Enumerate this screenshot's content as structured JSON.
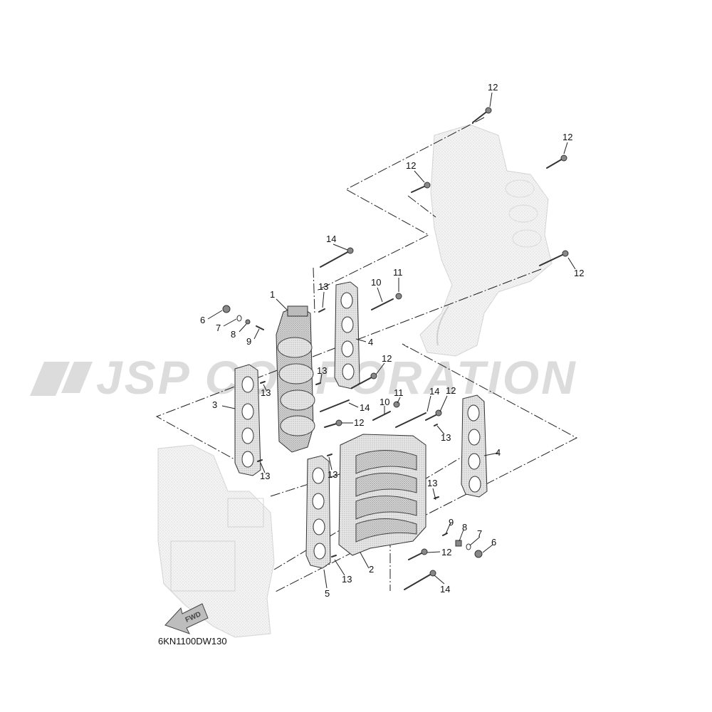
{
  "watermark": "JSP CORPORATION",
  "diagram_code": "6KN1100DW130",
  "fwd_label": "FWD",
  "callouts": [
    {
      "id": "c-12-a",
      "label": "12"
    },
    {
      "id": "c-12-b",
      "label": "12"
    },
    {
      "id": "c-12-c",
      "label": "12"
    },
    {
      "id": "c-12-d",
      "label": "12"
    },
    {
      "id": "c-14-a",
      "label": "14"
    },
    {
      "id": "c-13-a",
      "label": "13"
    },
    {
      "id": "c-10-a",
      "label": "10"
    },
    {
      "id": "c-11-a",
      "label": "11"
    },
    {
      "id": "c-1",
      "label": "1"
    },
    {
      "id": "c-6-a",
      "label": "6"
    },
    {
      "id": "c-7-a",
      "label": "7"
    },
    {
      "id": "c-8-a",
      "label": "8"
    },
    {
      "id": "c-9-a",
      "label": "9"
    },
    {
      "id": "c-4-a",
      "label": "4"
    },
    {
      "id": "c-12-e",
      "label": "12"
    },
    {
      "id": "c-13-b",
      "label": "13"
    },
    {
      "id": "c-13-c",
      "label": "13"
    },
    {
      "id": "c-3",
      "label": "3"
    },
    {
      "id": "c-11-b",
      "label": "11"
    },
    {
      "id": "c-10-b",
      "label": "10"
    },
    {
      "id": "c-14-b",
      "label": "14"
    },
    {
      "id": "c-12-f",
      "label": "12"
    },
    {
      "id": "c-14-c",
      "label": "14"
    },
    {
      "id": "c-12-g",
      "label": "12"
    },
    {
      "id": "c-13-d",
      "label": "13"
    },
    {
      "id": "c-4-b",
      "label": "4"
    },
    {
      "id": "c-13-e",
      "label": "13"
    },
    {
      "id": "c-13-f",
      "label": "13"
    },
    {
      "id": "c-13-g",
      "label": "13"
    },
    {
      "id": "c-9-b",
      "label": "9"
    },
    {
      "id": "c-8-b",
      "label": "8"
    },
    {
      "id": "c-7-b",
      "label": "7"
    },
    {
      "id": "c-6-b",
      "label": "6"
    },
    {
      "id": "c-12-h",
      "label": "12"
    },
    {
      "id": "c-2",
      "label": "2"
    },
    {
      "id": "c-13-h",
      "label": "13"
    },
    {
      "id": "c-5",
      "label": "5"
    },
    {
      "id": "c-14-d",
      "label": "14"
    }
  ]
}
